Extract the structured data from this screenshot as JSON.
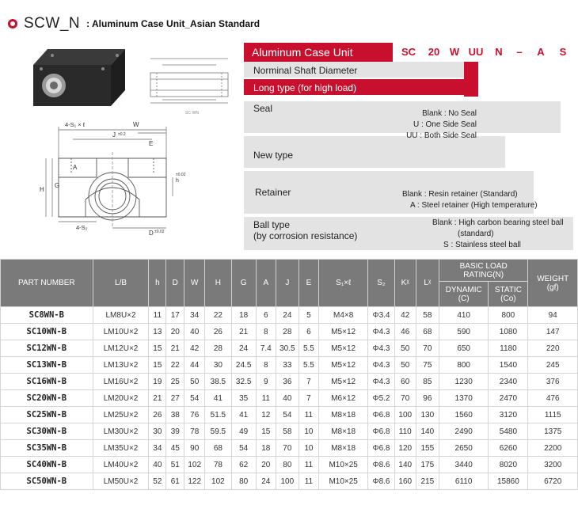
{
  "title": {
    "code": "SCW_N",
    "subtitle": ": Aluminum Case Unit_Asian Standard"
  },
  "drawing_labels": {
    "top_left": "4-S₁ × ℓ",
    "w": "W",
    "j": "J",
    "j_tol": "±0.2",
    "e": "E",
    "a": "A",
    "g": "G",
    "h": "H",
    "k_tol": "±0.02",
    "bottom_left": "4-S₂",
    "d": "D",
    "d_tol": "±0.02",
    "caption": "SC·WN"
  },
  "code": {
    "head": "Aluminum Case Unit",
    "chars": [
      "SC",
      "20",
      "W",
      "UU",
      "N",
      "–",
      "A",
      "S"
    ],
    "nominal": "Norminal Shaft Diameter",
    "long": "Long type (for high load)",
    "seal": "Seal",
    "seal_opts": [
      "Blank : No Seal",
      "U : One Side Seal",
      "UU : Both Side Seal"
    ],
    "new_type": "New type",
    "retainer": "Retainer",
    "retainer_opts": [
      "Blank : Resin retainer (Standard)",
      "A : Steel retainer (High temperature)"
    ],
    "ball_type": "Ball type",
    "ball_type2": "(by corrosion resistance)",
    "ball_opts": [
      "Blank : High carbon bearing steel ball",
      "(standard)",
      "S : Stainless steel ball"
    ]
  },
  "table": {
    "headers": {
      "part": "PART NUMBER",
      "lb": "L/B",
      "h": "h",
      "d": "D",
      "w": "W",
      "H": "H",
      "g": "G",
      "a": "A",
      "j": "J",
      "e": "E",
      "s1": "S₁×ℓ",
      "s2": "S₂",
      "kw": "Kᵡ",
      "lw": "Lᵡ",
      "basic": "BASIC LOAD RATING(N)",
      "dynamic": "DYNAMIC",
      "dynamic_sub": "(C)",
      "static": "STATIC",
      "static_sub": "(Co)",
      "weight": "WEIGHT",
      "weight_sub": "(gf)"
    },
    "rows": [
      [
        "SC8WN-B",
        "LM8U×2",
        "11",
        "17",
        "34",
        "22",
        "18",
        "6",
        "24",
        "5",
        "M4×8",
        "Φ3.4",
        "42",
        "58",
        "410",
        "800",
        "94"
      ],
      [
        "SC10WN-B",
        "LM10U×2",
        "13",
        "20",
        "40",
        "26",
        "21",
        "8",
        "28",
        "6",
        "M5×12",
        "Φ4.3",
        "46",
        "68",
        "590",
        "1080",
        "147"
      ],
      [
        "SC12WN-B",
        "LM12U×2",
        "15",
        "21",
        "42",
        "28",
        "24",
        "7.4",
        "30.5",
        "5.5",
        "M5×12",
        "Φ4.3",
        "50",
        "70",
        "650",
        "1180",
        "220"
      ],
      [
        "SC13WN-B",
        "LM13U×2",
        "15",
        "22",
        "44",
        "30",
        "24.5",
        "8",
        "33",
        "5.5",
        "M5×12",
        "Φ4.3",
        "50",
        "75",
        "800",
        "1540",
        "245"
      ],
      [
        "SC16WN-B",
        "LM16U×2",
        "19",
        "25",
        "50",
        "38.5",
        "32.5",
        "9",
        "36",
        "7",
        "M5×12",
        "Φ4.3",
        "60",
        "85",
        "1230",
        "2340",
        "376"
      ],
      [
        "SC20WN-B",
        "LM20U×2",
        "21",
        "27",
        "54",
        "41",
        "35",
        "11",
        "40",
        "7",
        "M6×12",
        "Φ5.2",
        "70",
        "96",
        "1370",
        "2470",
        "476"
      ],
      [
        "SC25WN-B",
        "LM25U×2",
        "26",
        "38",
        "76",
        "51.5",
        "41",
        "12",
        "54",
        "11",
        "M8×18",
        "Φ6.8",
        "100",
        "130",
        "1560",
        "3120",
        "1115"
      ],
      [
        "SC30WN-B",
        "LM30U×2",
        "30",
        "39",
        "78",
        "59.5",
        "49",
        "15",
        "58",
        "10",
        "M8×18",
        "Φ6.8",
        "110",
        "140",
        "2490",
        "5480",
        "1375"
      ],
      [
        "SC35WN-B",
        "LM35U×2",
        "34",
        "45",
        "90",
        "68",
        "54",
        "18",
        "70",
        "10",
        "M8×18",
        "Φ6.8",
        "120",
        "155",
        "2650",
        "6260",
        "2200"
      ],
      [
        "SC40WN-B",
        "LM40U×2",
        "40",
        "51",
        "102",
        "78",
        "62",
        "20",
        "80",
        "11",
        "M10×25",
        "Φ8.6",
        "140",
        "175",
        "3440",
        "8020",
        "3200"
      ],
      [
        "SC50WN-B",
        "LM50U×2",
        "52",
        "61",
        "122",
        "102",
        "80",
        "24",
        "100",
        "11",
        "M10×25",
        "Φ8.6",
        "160",
        "215",
        "6110",
        "15860",
        "6720"
      ]
    ]
  },
  "colors": {
    "accent": "#c8102e",
    "header_gray": "#7a7a7a",
    "band_gray": "#e3e3e3"
  }
}
